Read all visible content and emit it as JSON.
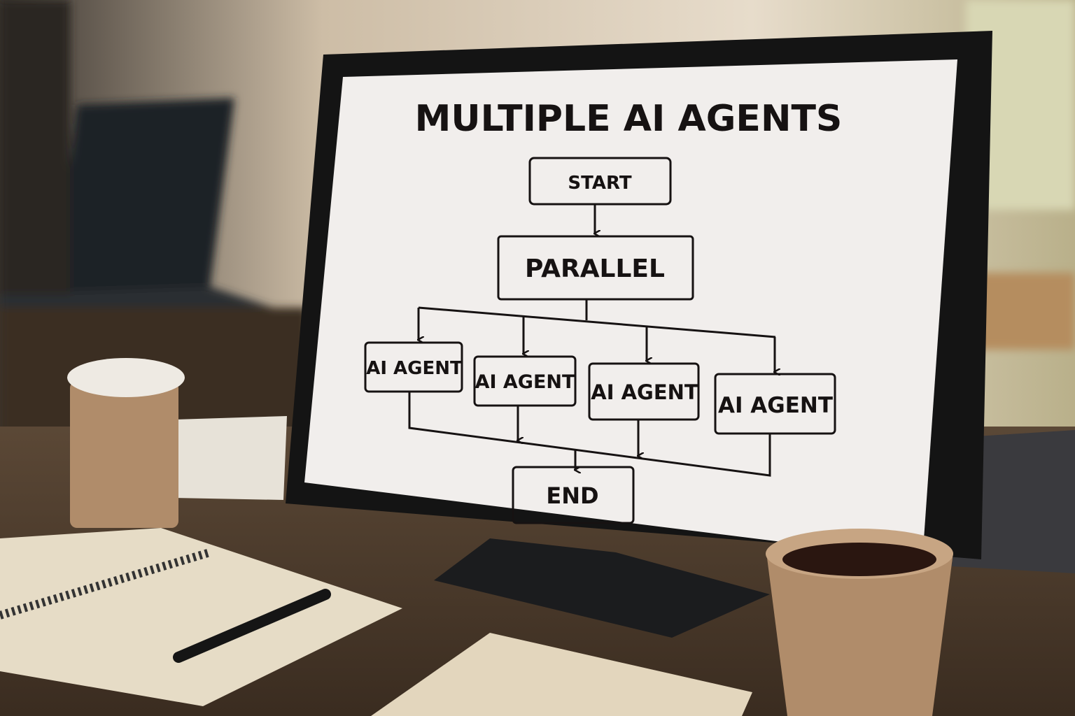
{
  "screen": {
    "title": "MULTIPLE AI AGENTS",
    "nodes": {
      "start": "START",
      "parallel": "PARALLEL",
      "agents": [
        "AI AGENT",
        "AI AGENT",
        "AI AGENT",
        "AI AGENT"
      ],
      "end": "END"
    }
  },
  "colors": {
    "screen": "#f1eeec",
    "ink": "#161212",
    "bezel": "#141414",
    "desk": "#4a3a2c",
    "wall": "#d9cbb6",
    "cup": "#b08c6a"
  }
}
